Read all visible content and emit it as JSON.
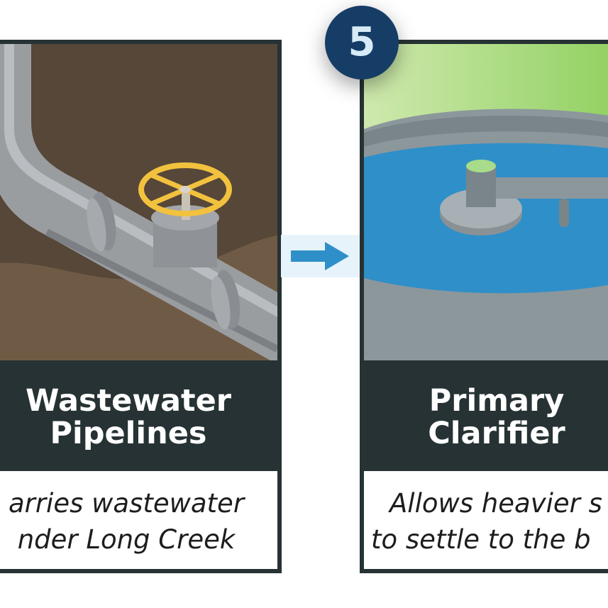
{
  "cards": [
    {
      "title_lines": [
        "Wastewater",
        "Pipelines"
      ],
      "description_lines": [
        "arries wastewater",
        "nder Long Creek"
      ],
      "illustration": "underground-pipe-with-valve"
    },
    {
      "title_lines": [
        "Primary",
        "Clarifier"
      ],
      "description_lines": [
        "Allows heavier s",
        "to settle to the b"
      ],
      "illustration": "primary-clarifier-tank"
    }
  ],
  "step_badge": {
    "number": "5"
  },
  "connector": {
    "icon": "right-arrow-icon"
  },
  "colors": {
    "dark_panel": "#263233",
    "badge": "#153d66",
    "soil": "#574738",
    "soil_light": "#6f5b45",
    "pipe": "#9a9da0",
    "valve_wheel": "#f2c23e",
    "water": "#2f8fc8",
    "concrete": "#8c979c",
    "grass": "#a9dc8a",
    "arrow": "#2f8fc8",
    "arrow_bg": "#e6f3fb"
  }
}
